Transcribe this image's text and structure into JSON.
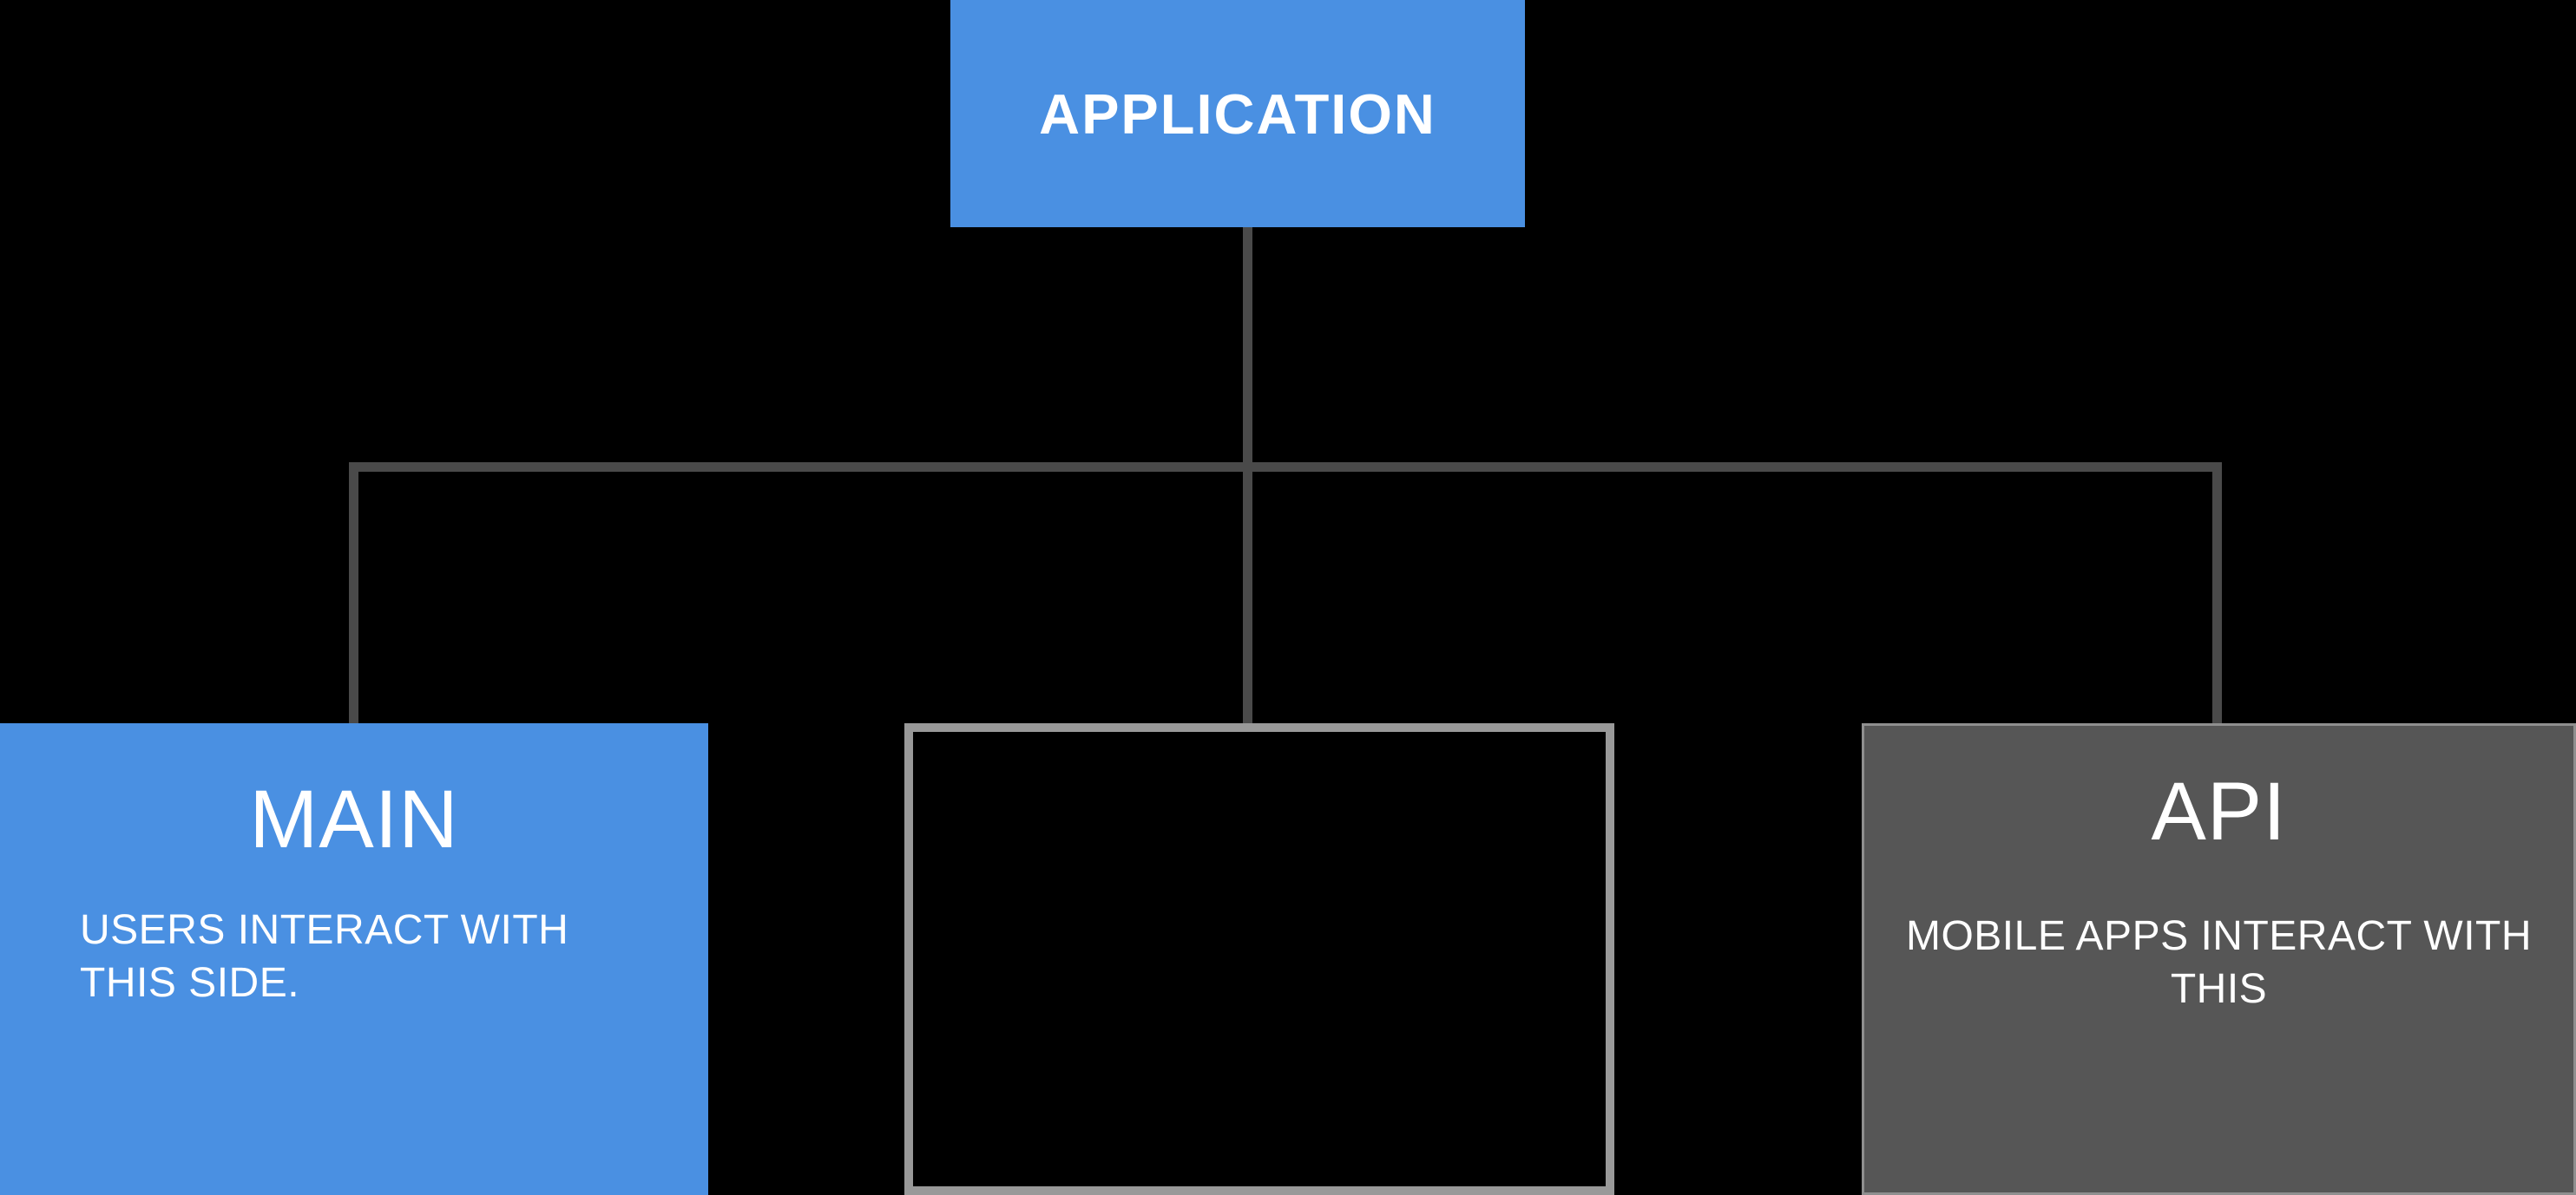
{
  "diagram": {
    "type": "hierarchy-flowchart",
    "root": {
      "id": "application",
      "label": "APPLICATION",
      "variant": "blue"
    },
    "children": [
      {
        "id": "main",
        "label": "MAIN",
        "description": "USERS INTERACT WITH THIS SIDE.",
        "variant": "blue"
      },
      {
        "id": "middle-placeholder",
        "label": "",
        "description": "",
        "variant": "outlined-empty"
      },
      {
        "id": "api",
        "label": "API",
        "description": "MOBILE APPS INTERACT WITH THIS",
        "variant": "gray"
      }
    ]
  },
  "colors": {
    "accent_blue": "#4a90e2",
    "box_gray": "#565656",
    "connector": "#4a4a4a",
    "outline_border": "#999999",
    "gray_border": "#8f8f8f",
    "background": "#000000",
    "text": "#ffffff"
  }
}
